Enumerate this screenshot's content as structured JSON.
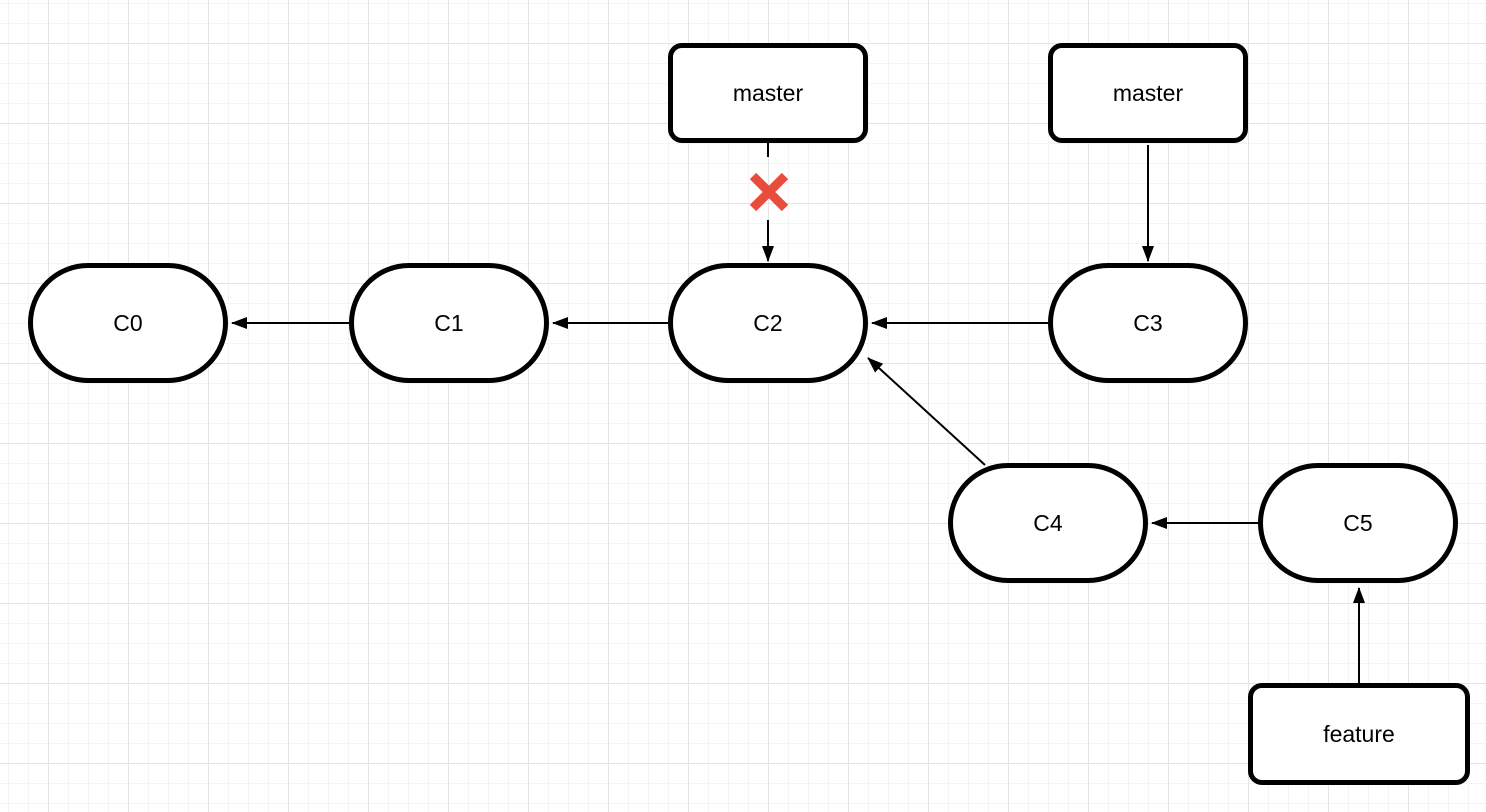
{
  "diagram": {
    "kind": "git-commit-graph",
    "nodes": {
      "c0": {
        "label": "C0",
        "shape": "pill"
      },
      "c1": {
        "label": "C1",
        "shape": "pill"
      },
      "c2": {
        "label": "C2",
        "shape": "pill"
      },
      "c3": {
        "label": "C3",
        "shape": "pill"
      },
      "c4": {
        "label": "C4",
        "shape": "pill"
      },
      "c5": {
        "label": "C5",
        "shape": "pill"
      },
      "master_old": {
        "label": "master",
        "shape": "rounded-rectangle"
      },
      "master_new": {
        "label": "master",
        "shape": "rounded-rectangle"
      },
      "feature": {
        "label": "feature",
        "shape": "rounded-rectangle"
      }
    },
    "edges": [
      {
        "from": "C1",
        "to": "C0"
      },
      {
        "from": "C2",
        "to": "C1"
      },
      {
        "from": "C3",
        "to": "C2"
      },
      {
        "from": "master_old",
        "to": "C2",
        "crossed_out": true
      },
      {
        "from": "master_new",
        "to": "C3"
      },
      {
        "from": "C4",
        "to": "C2"
      },
      {
        "from": "C5",
        "to": "C4"
      },
      {
        "from": "feature",
        "to": "C5"
      }
    ],
    "cross_mark": {
      "on_edge": "master_old -> C2",
      "symbol": "x"
    },
    "colors": {
      "node_fill": "#ffffff",
      "node_stroke": "#000000",
      "edge_stroke": "#000000",
      "text": "#000000",
      "cross_red": "#e84c3c",
      "grid_minor": "#f4f4f4",
      "grid_major": "#e4e4e4",
      "canvas_background": "#ffffff"
    }
  }
}
